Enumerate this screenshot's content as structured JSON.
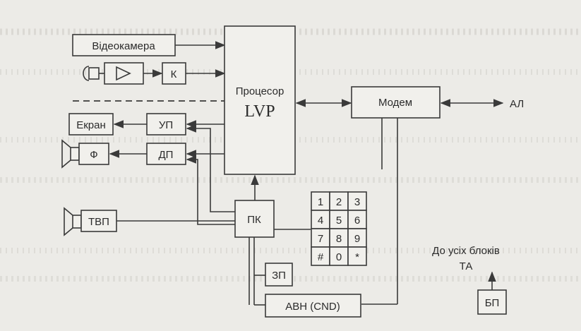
{
  "blocks": {
    "videocamera": "Відеокамера",
    "k": "К",
    "screen": "Екран",
    "up": "УП",
    "f": "Ф",
    "dp": "ДП",
    "processor_line1": "Процесор",
    "processor_line2": "LVP",
    "modem": "Модем",
    "tvp": "ТВП",
    "pk": "ПК",
    "zp": "ЗП",
    "avn": "АВН (CND)",
    "bp": "БП"
  },
  "labels": {
    "line_out": "АЛ",
    "to_all_line1": "До усіх блоків",
    "to_all_line2": "ТА"
  },
  "keypad": [
    [
      "1",
      "2",
      "3"
    ],
    [
      "4",
      "5",
      "6"
    ],
    [
      "7",
      "8",
      "9"
    ],
    [
      "#",
      "0",
      "*"
    ]
  ],
  "colors": {
    "background": "#ecebe7",
    "stroke": "#3a3a3a",
    "box_fill": "#f1f0ec"
  }
}
